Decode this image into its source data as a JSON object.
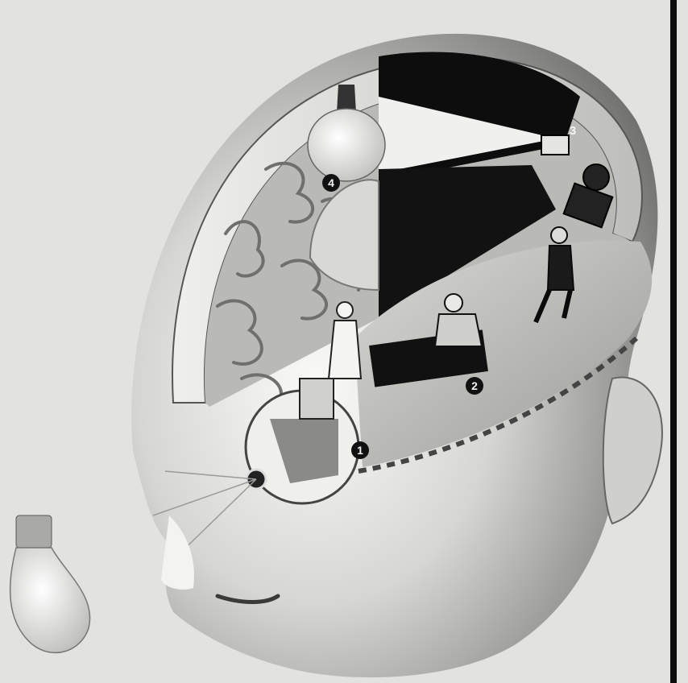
{
  "image": {
    "subject": "illustration",
    "colors": {
      "background": "#e2e2df",
      "skin_light": "#f4f4f2",
      "skin_mid": "#c9c9c6",
      "skin_dark": "#7a7a78",
      "brain": "#bdbdba",
      "dark": "#111111"
    }
  },
  "markers": [
    {
      "id": "m1",
      "label": "1"
    },
    {
      "id": "m2",
      "label": "2"
    },
    {
      "id": "m3",
      "label": "3"
    },
    {
      "id": "m4",
      "label": "4"
    }
  ]
}
